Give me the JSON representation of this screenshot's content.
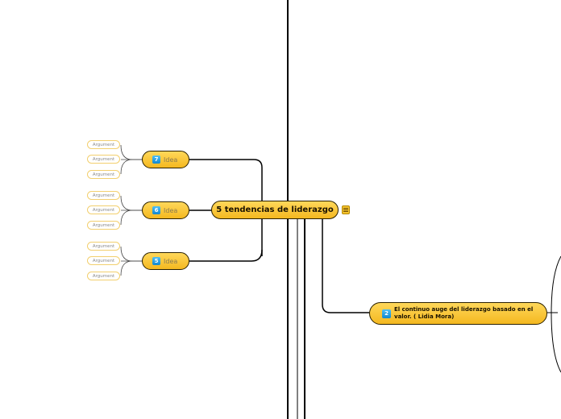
{
  "central_topic": "5 tendencias de liderazgo",
  "ideas": [
    {
      "number": "7",
      "label": "Idea",
      "arguments": [
        "Argument",
        "Argument",
        "Argument"
      ]
    },
    {
      "number": "6",
      "label": "Idea",
      "arguments": [
        "Argument",
        "Argument",
        "Argument"
      ]
    },
    {
      "number": "5",
      "label": "Idea",
      "arguments": [
        "Argument",
        "Argument",
        "Argument"
      ]
    }
  ],
  "main_topic_2": {
    "number": "2",
    "text": "El continuo auge del liderazgo basado en el valor. ( Lidia Mora)"
  },
  "icons": {
    "note": "notes-icon"
  },
  "colors": {
    "node_fill": "#f7c52f",
    "badge_blue": "#1e9be0",
    "argument_border": "#f2cf6e"
  }
}
